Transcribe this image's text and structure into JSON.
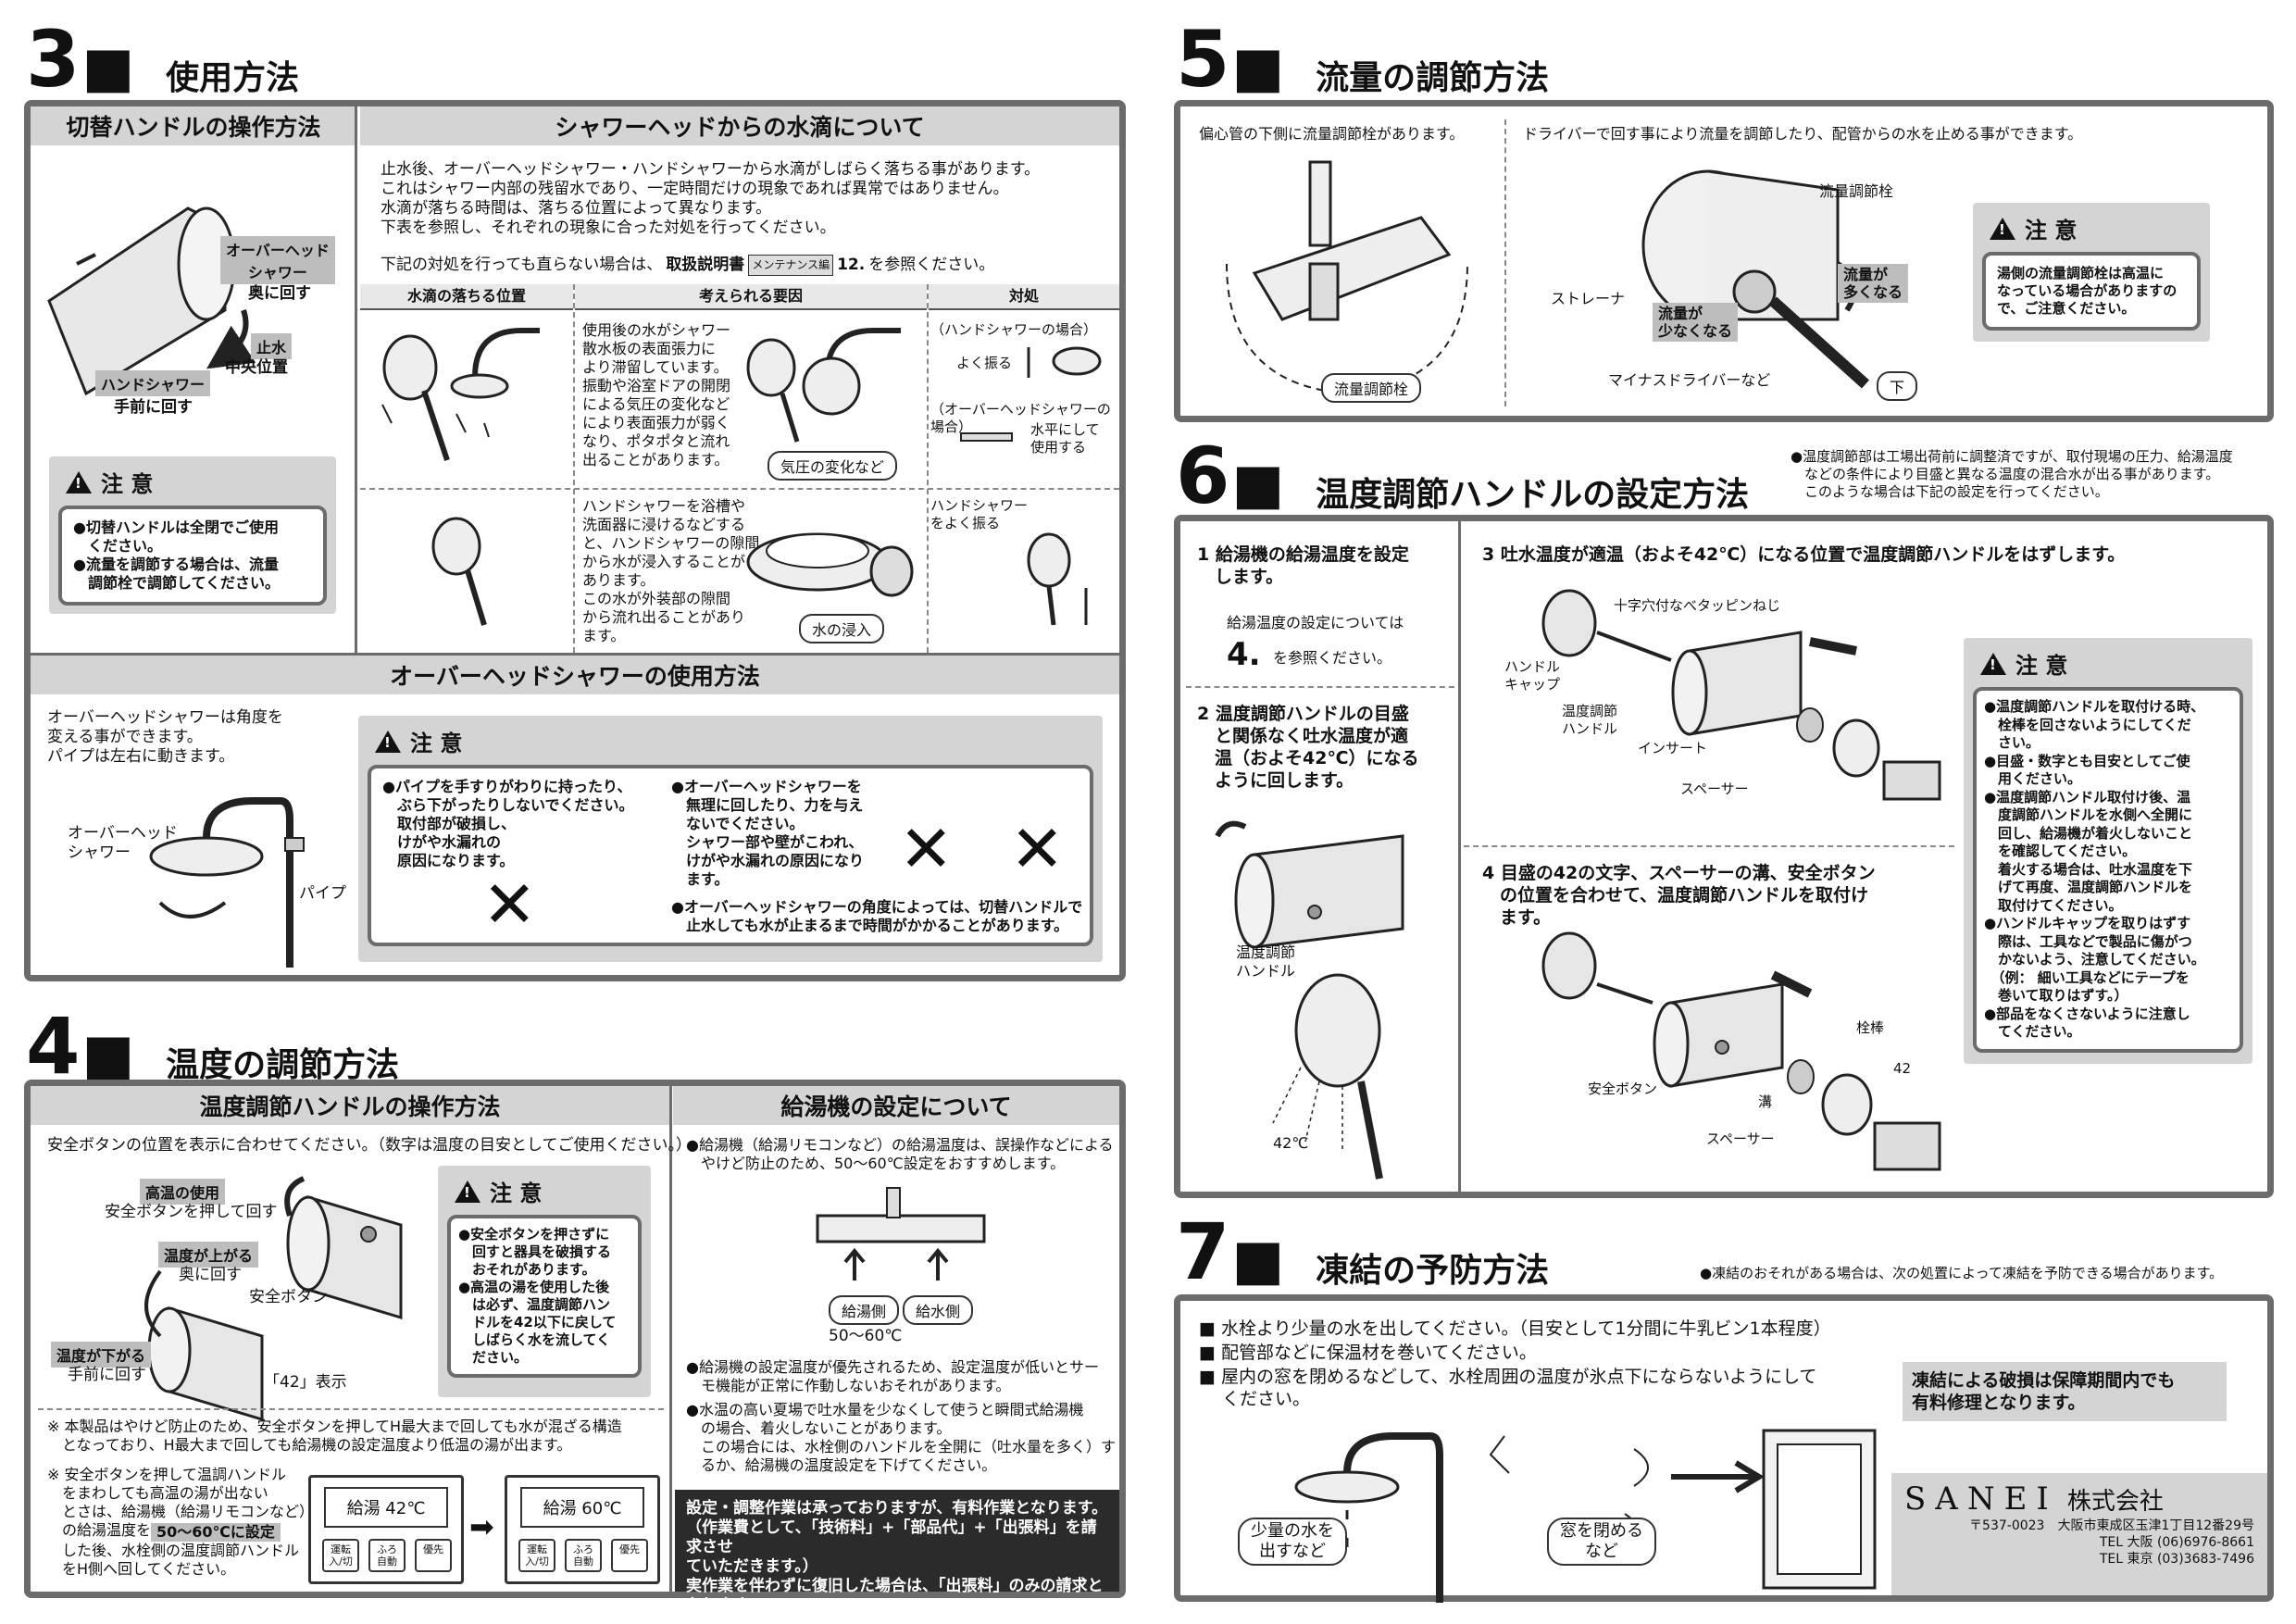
{
  "s3": {
    "num": "3",
    "title": "使用方法",
    "left_head": "切替ハンドルの操作方法",
    "right_head": "シャワーヘッドからの水滴について",
    "tag_overhead": "オーバーヘッド\nシャワー",
    "lbl_back": "奥に回す",
    "tag_stop": "止水",
    "lbl_center": "中央位置",
    "tag_hand": "ハンドシャワー",
    "lbl_front": "手前に回す",
    "caution_title": "注 意",
    "caution_body": "●切替ハンドルは全閉でご使用\n　ください。\n●流量を調節する場合は、流量\n　調節栓で調節してください。",
    "intro": "止水後、オーバーヘッドシャワー・ハンドシャワーから水滴がしばらく落ちる事があります。\nこれはシャワー内部の残留水であり、一定時間だけの現象であれば異常ではありません。\n水滴が落ちる時間は、落ちる位置によって異なります。\n下表を参照し、それぞれの現象に合った対処を行ってください。",
    "note_prefix": "下記の対処を行っても直らない場合は、",
    "note_bold": "取扱説明書",
    "note_badge": "メンテナンス編",
    "note_num": "12.",
    "note_suffix": "を参照ください。",
    "col1": "水滴の落ちる位置",
    "col2": "考えられる要因",
    "col3": "対処",
    "row1_cause": "使用後の水がシャワー\n散水板の表面張力に\nより滞留しています。\n振動や浴室ドアの開閉\nによる気圧の変化など\nにより表面張力が弱く\nなり、ポタポタと流れ\n出ることがあります。",
    "row1_pill": "気圧の変化など",
    "row1_fix_a": "（ハンドシャワーの場合）",
    "row1_fix_b": "よく振る",
    "row1_fix_c": "（オーバーヘッドシャワーの場合）",
    "row1_fix_d": "水平にして\n使用する",
    "row2_cause": "ハンドシャワーを浴槽や\n洗面器に浸けるなどする\nと、ハンドシャワーの隙間\nから水が浸入することが\nあります。\nこの水が外装部の隙間\nから流れ出ることがあり\nます。",
    "row2_pill": "水の浸入",
    "row2_fix": "ハンドシャワー\nをよく振る",
    "ov_head": "オーバーヘッドシャワーの使用方法",
    "ov_text": "オーバーヘッドシャワーは角度を\n変える事ができます。\nパイプは左右に動きます。",
    "ov_lbl_shower": "オーバーヘッド\nシャワー",
    "ov_lbl_pipe": "パイプ",
    "ov_caution_title": "注 意",
    "ov_c1": "●パイプを手すりがわりに持ったり、\n　ぶら下がったりしないでください。\n　取付部が破損し、\n　けがや水漏れの\n　原因になります。",
    "ov_c2": "●オーバーヘッドシャワーを\n　無理に回したり、力を与え\n　ないでください。\n　シャワー部や壁がこわれ、\n　けがや水漏れの原因になり\n　ます。",
    "ov_c3": "●オーバーヘッドシャワーの角度によっては、切替ハンドルで\n　止水しても水が止まるまで時間がかかることがあります。",
    "cross": "✕"
  },
  "s4": {
    "num": "4",
    "title": "温度の調節方法",
    "left_head": "温度調節ハンドルの操作方法",
    "right_head": "給湯機の設定について",
    "intro": "安全ボタンの位置を表示に合わせてください。（数字は温度の目安としてご使用ください。）",
    "tag_high": "高温の使用",
    "lbl_push": "安全ボタンを押して回す",
    "tag_up": "温度が上がる",
    "lbl_back": "奥に回す",
    "lbl_safety": "安全ボタン",
    "tag_down": "温度が下がる",
    "lbl_front": "手前に回す",
    "lbl_42": "「42」表示",
    "caution_title": "注 意",
    "caution_body": "●安全ボタンを押さずに\n　回すと器具を破損する\n　おそれがあります。\n●高温の湯を使用した後\n　は必ず、温度調節ハン\n　ドルを42以下に戻して\n　しばらく水を流してく\n　ださい。",
    "note1": "※ 本製品はやけど防止のため、安全ボタンを押してH最大まで回しても水が混ざる構造\n　となっており、H最大まで回しても給湯機の設定温度より低温の湯が出ます。",
    "note2": "※ 安全ボタンを押して温調ハンドル\n　をまわしても高温の湯が出ない\n　とさは、給湯機（給湯リモコンなど）\n　の給湯温度を",
    "note2_hl": "50〜60℃に設定",
    "note2_end": "　した後、水栓側の温度調節ハンドル\n　をH側へ回してください。",
    "lcd_a": "給湯 42℃",
    "lcd_b": "給湯 60℃",
    "lcd_btn1": "運転\n入/切",
    "lcd_btn2": "ふろ\n自動",
    "lcd_btn3": "優先",
    "arrow": "➡",
    "r1": "●給湯機（給湯リモコンなど）の給湯温度は、誤操作などによる\n　やけど防止のため、50〜60℃設定をおすすめします。",
    "pill_hot": "給湯側",
    "pill_cold": "給水側",
    "lbl_range": "50〜60℃",
    "r2": "●給湯機の設定温度が優先されるため、設定温度が低いとサー\n　モ機能が正常に作動しないおそれがあります。",
    "r3": "●水温の高い夏場で吐水量を少なくして使うと瞬間式給湯機\n　の場合、着火しないことがあります。\n　この場合には、水栓側のハンドルを全開に（吐水量を多く）す\n　るか、給湯機の温度設定を下げてください。",
    "black": "設定・調整作業は承っておりますが、有料作業となります。\n（作業費として、「技術料」+「部品代」+「出張料」を請求させ\nていただきます。）\n実作業を伴わずに復旧した場合は、「出張料」のみの請求と\nなります。"
  },
  "s5": {
    "num": "5",
    "title": "流量の調節方法",
    "t1": "偏心管の下側に流量調節栓があります。",
    "t2": "ドライバーで回す事により流量を調節したり、配管からの水を止める事ができます。",
    "pill_valve": "流量調節栓",
    "lbl_valve": "流量調節栓",
    "lbl_strainer": "ストレーナ",
    "tag_less": "流量が\n少なくなる",
    "tag_more": "流量が\n多くなる",
    "lbl_driver": "マイナスドライバーなど",
    "pill_down": "下",
    "caution_title": "注 意",
    "caution_body": "湯側の流量調節栓は高温に\nなっている場合がありますの\nで、ご注意ください。"
  },
  "s6": {
    "num": "6",
    "title": "温度調節ハンドルの設定方法",
    "note": "●温度調節部は工場出荷前に調整済ですが、取付現場の圧力、給湯温度\n　などの条件により目盛と異なる温度の混合水が出る事があります。\n　このような場合は下記の設定を行ってください。",
    "step1": "1 給湯機の給湯温度を設定\n　します。",
    "step1_sub": "給湯温度の設定については",
    "step1_num": "4.",
    "step1_ref": "を参照ください。",
    "step2": "2 温度調節ハンドルの目盛\n　と関係なく吐水温度が適\n　温（およそ42℃）になる\n　ように回します。",
    "lbl_handle": "温度調節\nハンドル",
    "lbl_42c": "42℃",
    "step3": "3 吐水温度が適温（およそ42℃）になる位置で温度調節ハンドルをはずします。",
    "lbl_screw": "十字穴付なべタッピンねじ",
    "lbl_cap": "ハンドル\nキャップ",
    "lbl_handle2": "温度調節\nハンドル",
    "lbl_insert": "インサート",
    "lbl_spacer": "スペーサー",
    "step4": "4 目盛の42の文字、スペーサーの溝、安全ボタン\n　の位置を合わせて、温度調節ハンドルを取付け\n　ます。",
    "lbl_safety": "安全ボタン",
    "lbl_groove": "溝",
    "lbl_spacer2": "スペーサー",
    "lbl_pin": "栓棒",
    "lbl_42": "42",
    "caution_title": "注 意",
    "caution_body": "●温度調節ハンドルを取付ける時、\n　栓棒を回さないようにしてくだ\n　さい。\n●目盛・数字とも目安としてご使\n　用ください。\n●温度調節ハンドル取付け後、温\n　度調節ハンドルを水側へ全開に\n　回し、給湯機が着火しないこと\n　を確認してください。\n　着火する場合は、吐水温度を下\n　げて再度、温度調節ハンドルを\n　取付けてください。\n●ハンドルキャップを取りはずす\n　際は、工具などで製品に傷がつ\n　かないよう、注意してください。\n　（例： 細い工具などにテープを\n　巻いて取りはずす。）\n●部品をなくさないように注意し\n　てください。"
  },
  "s7": {
    "num": "7",
    "title": "凍結の予防方法",
    "note": "●凍結のおそれがある場合は、次の処置によって凍結を予防できる場合があります。",
    "b1": "■ 水栓より少量の水を出してください。（目安として1分間に牛乳ビン1本程度）",
    "b2": "■ 配管部などに保温材を巻いてください。",
    "b3": "■ 屋内の窓を閉めるなどして、水栓周囲の温度が氷点下にならないようにして\n　 ください。",
    "warn": "凍結による破損は保障期間内でも\n有料修理となります。",
    "pill_water": "少量の水を\n出すなど",
    "pill_window": "窓を閉める\nなど"
  },
  "company": {
    "brand": "SANEI",
    "suffix": "株式会社",
    "addr": "〒537-0023　大阪市東成区玉津1丁目12番29号",
    "tel1": "TEL 大阪 (06)6976-8661",
    "tel2": "TEL 東京 (03)3683-7496"
  }
}
